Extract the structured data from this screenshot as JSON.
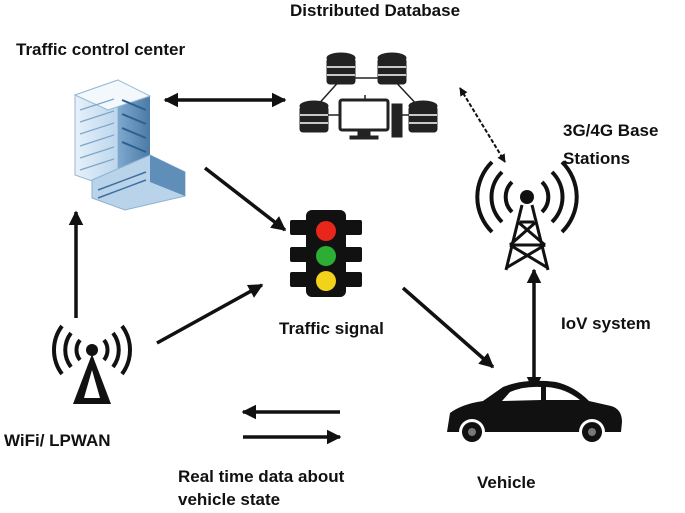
{
  "labels": {
    "distributed_database": "Distributed Database",
    "traffic_control_center": "Traffic control center",
    "base_stations_line1": "3G/4G Base",
    "base_stations_line2": "Stations",
    "traffic_signal": "Traffic signal",
    "iov_system": "IoV system",
    "wifi_lpwan": "WiFi/ LPWAN",
    "realtime_line1": "Real time data about",
    "realtime_line2": "vehicle state",
    "vehicle": "Vehicle"
  },
  "colors": {
    "text": "#111111",
    "arrow": "#111111",
    "building_light": "#cfe3f2",
    "building_dark": "#5f8fb8",
    "building_window": "#3f6f9e",
    "signal_body": "#111111",
    "signal_red": "#e8261b",
    "signal_green": "#2cae35",
    "signal_yellow": "#f2d21b"
  },
  "icons": {
    "control_center": "office-building-icon",
    "database": "database-network-icon",
    "tower": "cell-tower-icon",
    "signal": "traffic-light-icon",
    "wifi": "wifi-antenna-icon",
    "vehicle": "car-icon"
  }
}
